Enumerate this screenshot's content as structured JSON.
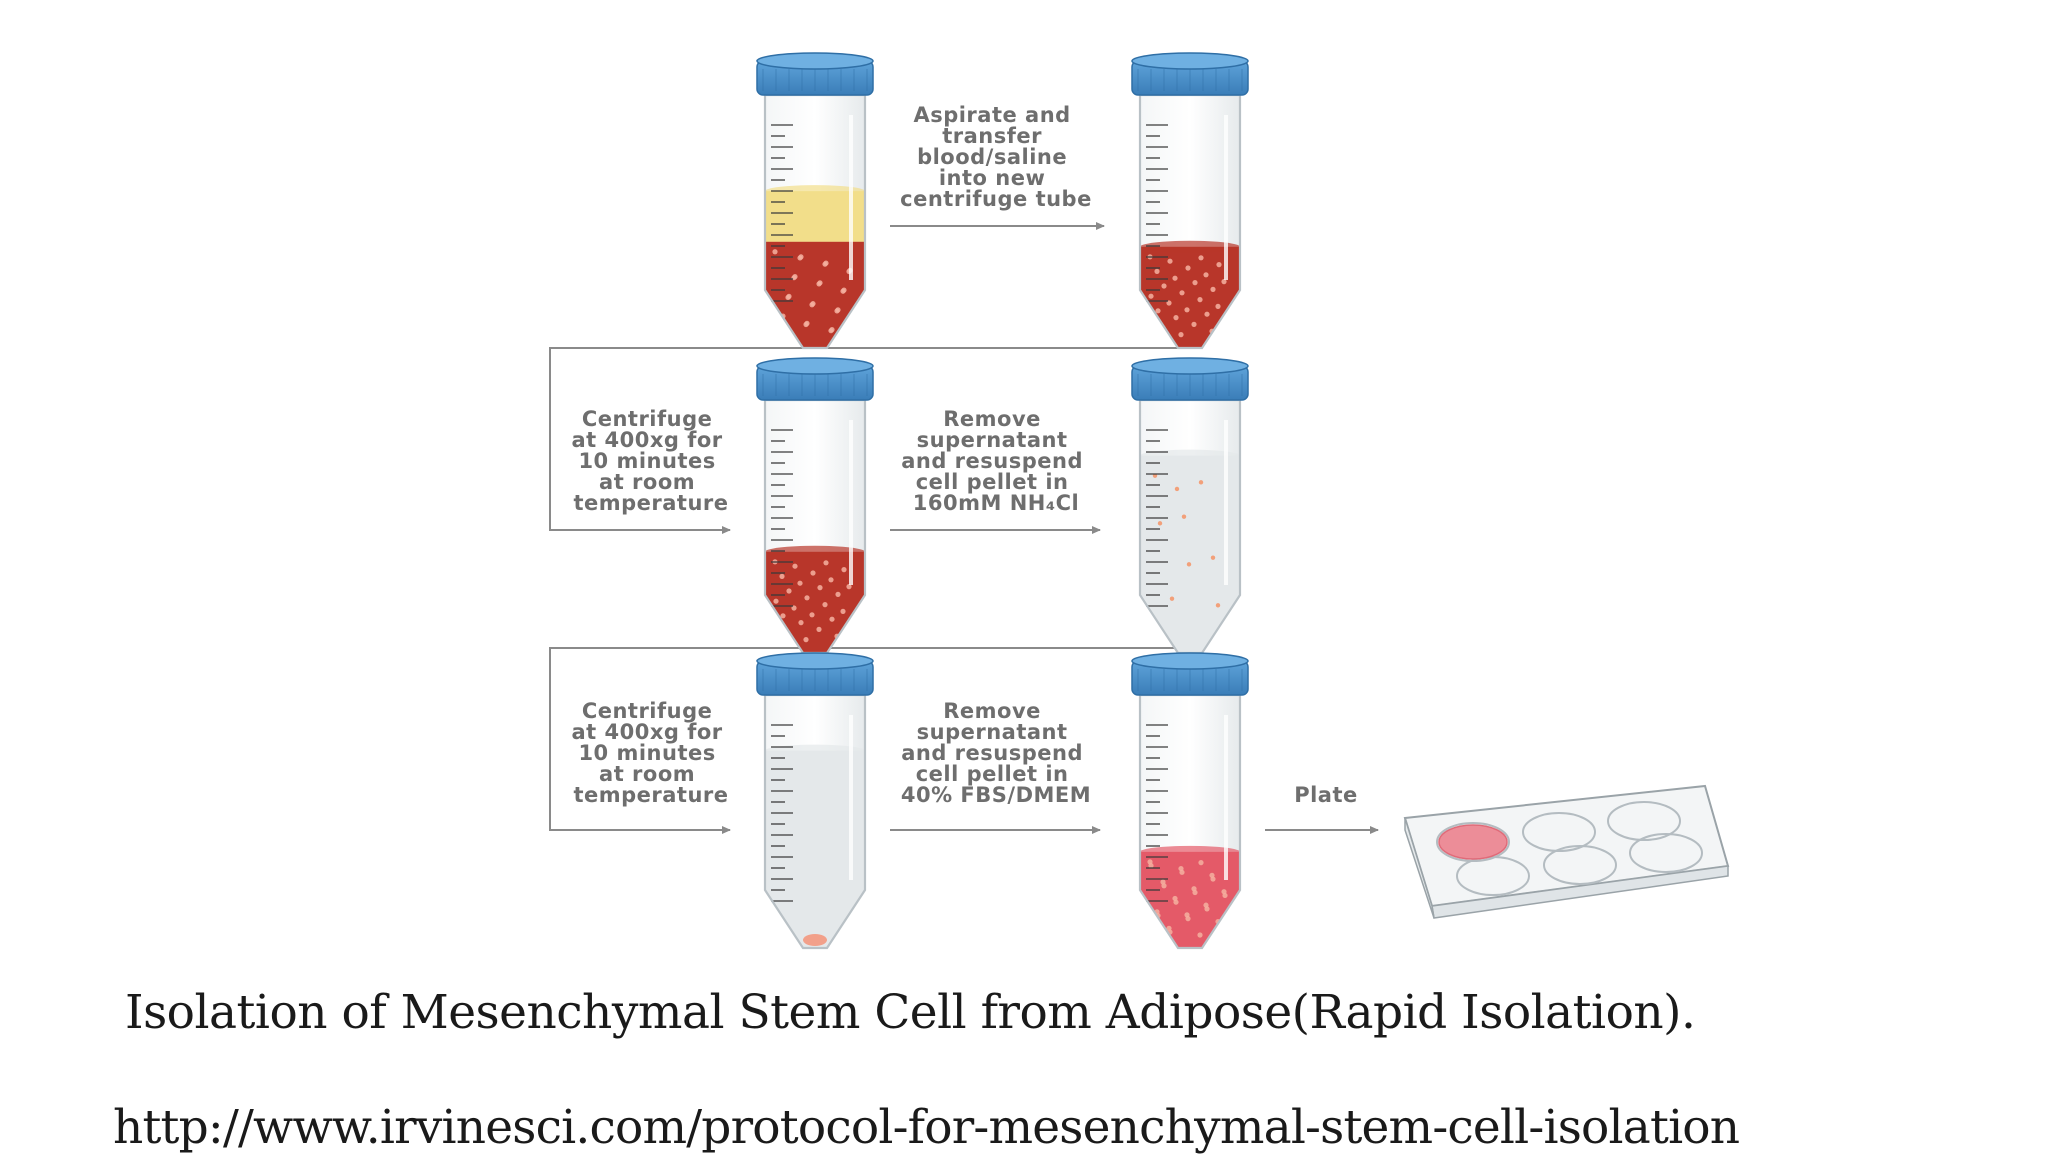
{
  "steps": [
    {
      "id": "aspirate",
      "lines": [
        "Aspirate and",
        "transfer",
        "blood/saline",
        "into new",
        "centrifuge tube"
      ]
    },
    {
      "id": "centrifuge-1",
      "lines": [
        "Centrifuge",
        "at 400xg for",
        "10 minutes",
        "at room",
        "temperature"
      ]
    },
    {
      "id": "resuspend-1",
      "lines": [
        "Remove",
        "supernatant",
        "and resuspend",
        "cell pellet in",
        "160mM NH₄Cl"
      ]
    },
    {
      "id": "centrifuge-2",
      "lines": [
        "Centrifuge",
        "at 400xg for",
        "10 minutes",
        "at room",
        "temperature"
      ]
    },
    {
      "id": "resuspend-2",
      "lines": [
        "Remove",
        "supernatant",
        "and resuspend",
        "cell pellet in",
        "40% FBS/DMEM"
      ]
    },
    {
      "id": "plate",
      "lines": [
        "Plate"
      ]
    }
  ],
  "caption": "Isolation of Mesenchymal Stem Cell from Adipose(Rapid Isolation).",
  "source_url": "http://www.irvinesci.com/protocol-for-mesenchymal-stem-cell-isolation",
  "colors": {
    "cap": "#4a8fc8",
    "cap_dark": "#2f6fa6",
    "fat": "#f2de8a",
    "blood": "#b8362a",
    "pink_medium": "#e45a68",
    "saline": "#e4e8ea",
    "pellet": "#f2a08a",
    "arrow": "#8a8a8a"
  }
}
